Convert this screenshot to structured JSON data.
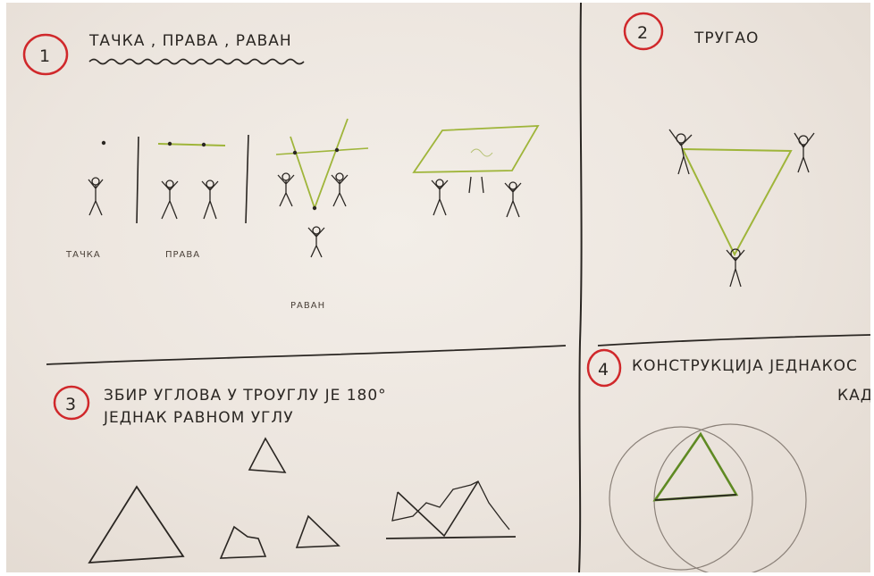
{
  "sections": [
    {
      "num": "1",
      "title": "ТАЧКА , ПРАВА , РАВАН",
      "labels": [
        "ТАЧКА",
        "ПРАВА",
        "РАВАН"
      ]
    },
    {
      "num": "2",
      "title": "ТРУГАО"
    },
    {
      "num": "3",
      "title_line1": "ЗБИР УГЛОВА У ТРОУГЛУ ЈЕ 180°",
      "title_line2": "ЈЕДНАК РАВНОМ УГЛУ"
    },
    {
      "num": "4",
      "title_line1": "КОНСТРУКЦИЈА ЈЕДНАКОС",
      "title_line2": "КАД"
    }
  ],
  "colors": {
    "paper": "#ece5de",
    "ink": "#2a2622",
    "circle_red": "#d0282b",
    "pencil_green": "#9fb53a",
    "pencil_green_dark": "#5f8a23"
  }
}
